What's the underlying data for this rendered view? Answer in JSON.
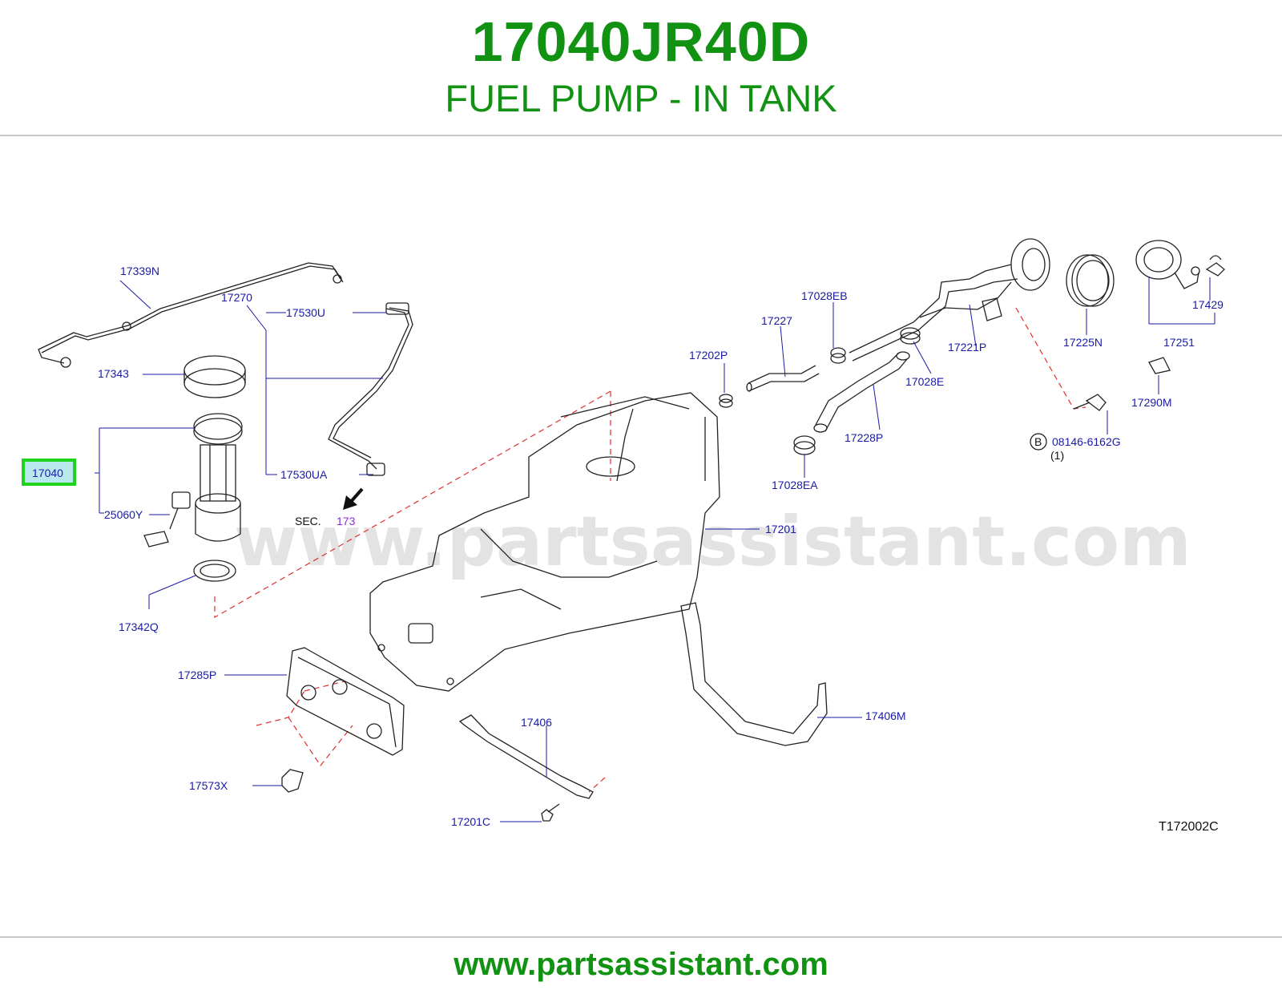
{
  "header": {
    "part_number": "17040JR40D",
    "title": "FUEL PUMP - IN TANK"
  },
  "diagram": {
    "watermark": "www.partsassistant.com",
    "drawing_code": "T172002C",
    "sec_prefix": "SEC.",
    "sec_number": "173",
    "highlighted_label": "17040",
    "labels": {
      "l17339N": "17339N",
      "l17270": "17270",
      "l17530U": "17530U",
      "l17343": "17343",
      "l17040": "17040",
      "l25060Y": "25060Y",
      "l17530UA": "17530UA",
      "l17342Q": "17342Q",
      "l17285P": "17285P",
      "l17573X": "17573X",
      "l17406": "17406",
      "l17201C": "17201C",
      "l17406M": "17406M",
      "l17201": "17201",
      "l17202P": "17202P",
      "l17227": "17227",
      "l17028EB": "17028EB",
      "l17221P": "17221P",
      "l17028E": "17028E",
      "l17228P": "17228P",
      "l17028EA": "17028EA",
      "l17225N": "17225N",
      "l17429": "17429",
      "l17251": "17251",
      "l17290M": "17290M",
      "l08146": "08146-6162G",
      "bolt_marker": "B",
      "bolt_qty": "(1)"
    }
  },
  "footer": {
    "url": "www.partsassistant.com"
  },
  "colors": {
    "brand_green": "#129212",
    "label_blue": "#1a1aa8",
    "highlight_green": "#1fd41f",
    "dash_red": "#e03030"
  }
}
